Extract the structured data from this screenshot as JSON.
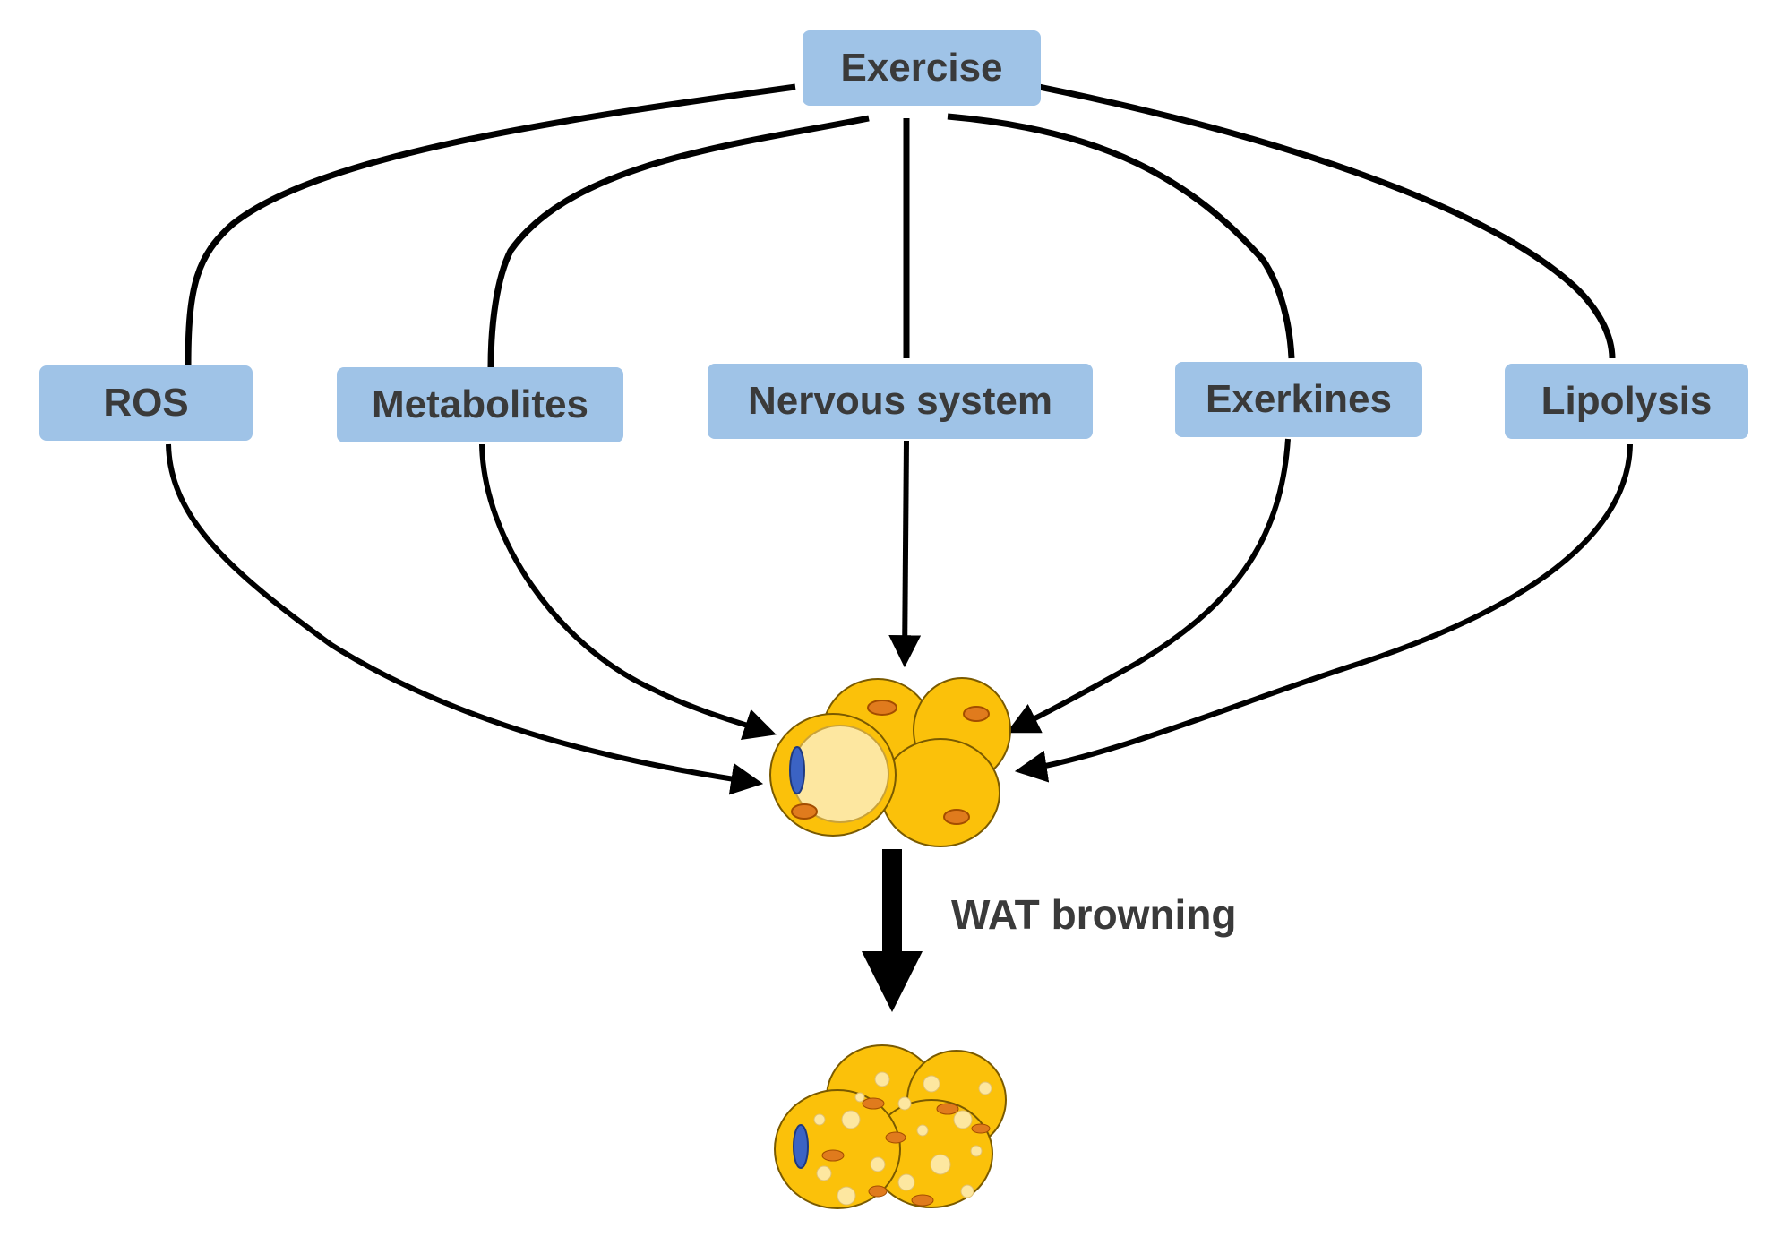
{
  "nodes": {
    "exercise": "Exercise",
    "ros": "ROS",
    "metabolites": "Metabolites",
    "nervous_system": "Nervous system",
    "exerkines": "Exerkines",
    "lipolysis": "Lipolysis"
  },
  "transition_label": "WAT browning",
  "colors": {
    "node_fill": "#9fc3e7",
    "text": "#3a3a3a",
    "arrow": "#000000",
    "cell_fill": "#fbc10a",
    "cell_outline": "#7a5a00",
    "lipid_droplet": "#fde7a0",
    "nucleus": "#3b63c4",
    "mitochondria": "#e07b1d"
  }
}
